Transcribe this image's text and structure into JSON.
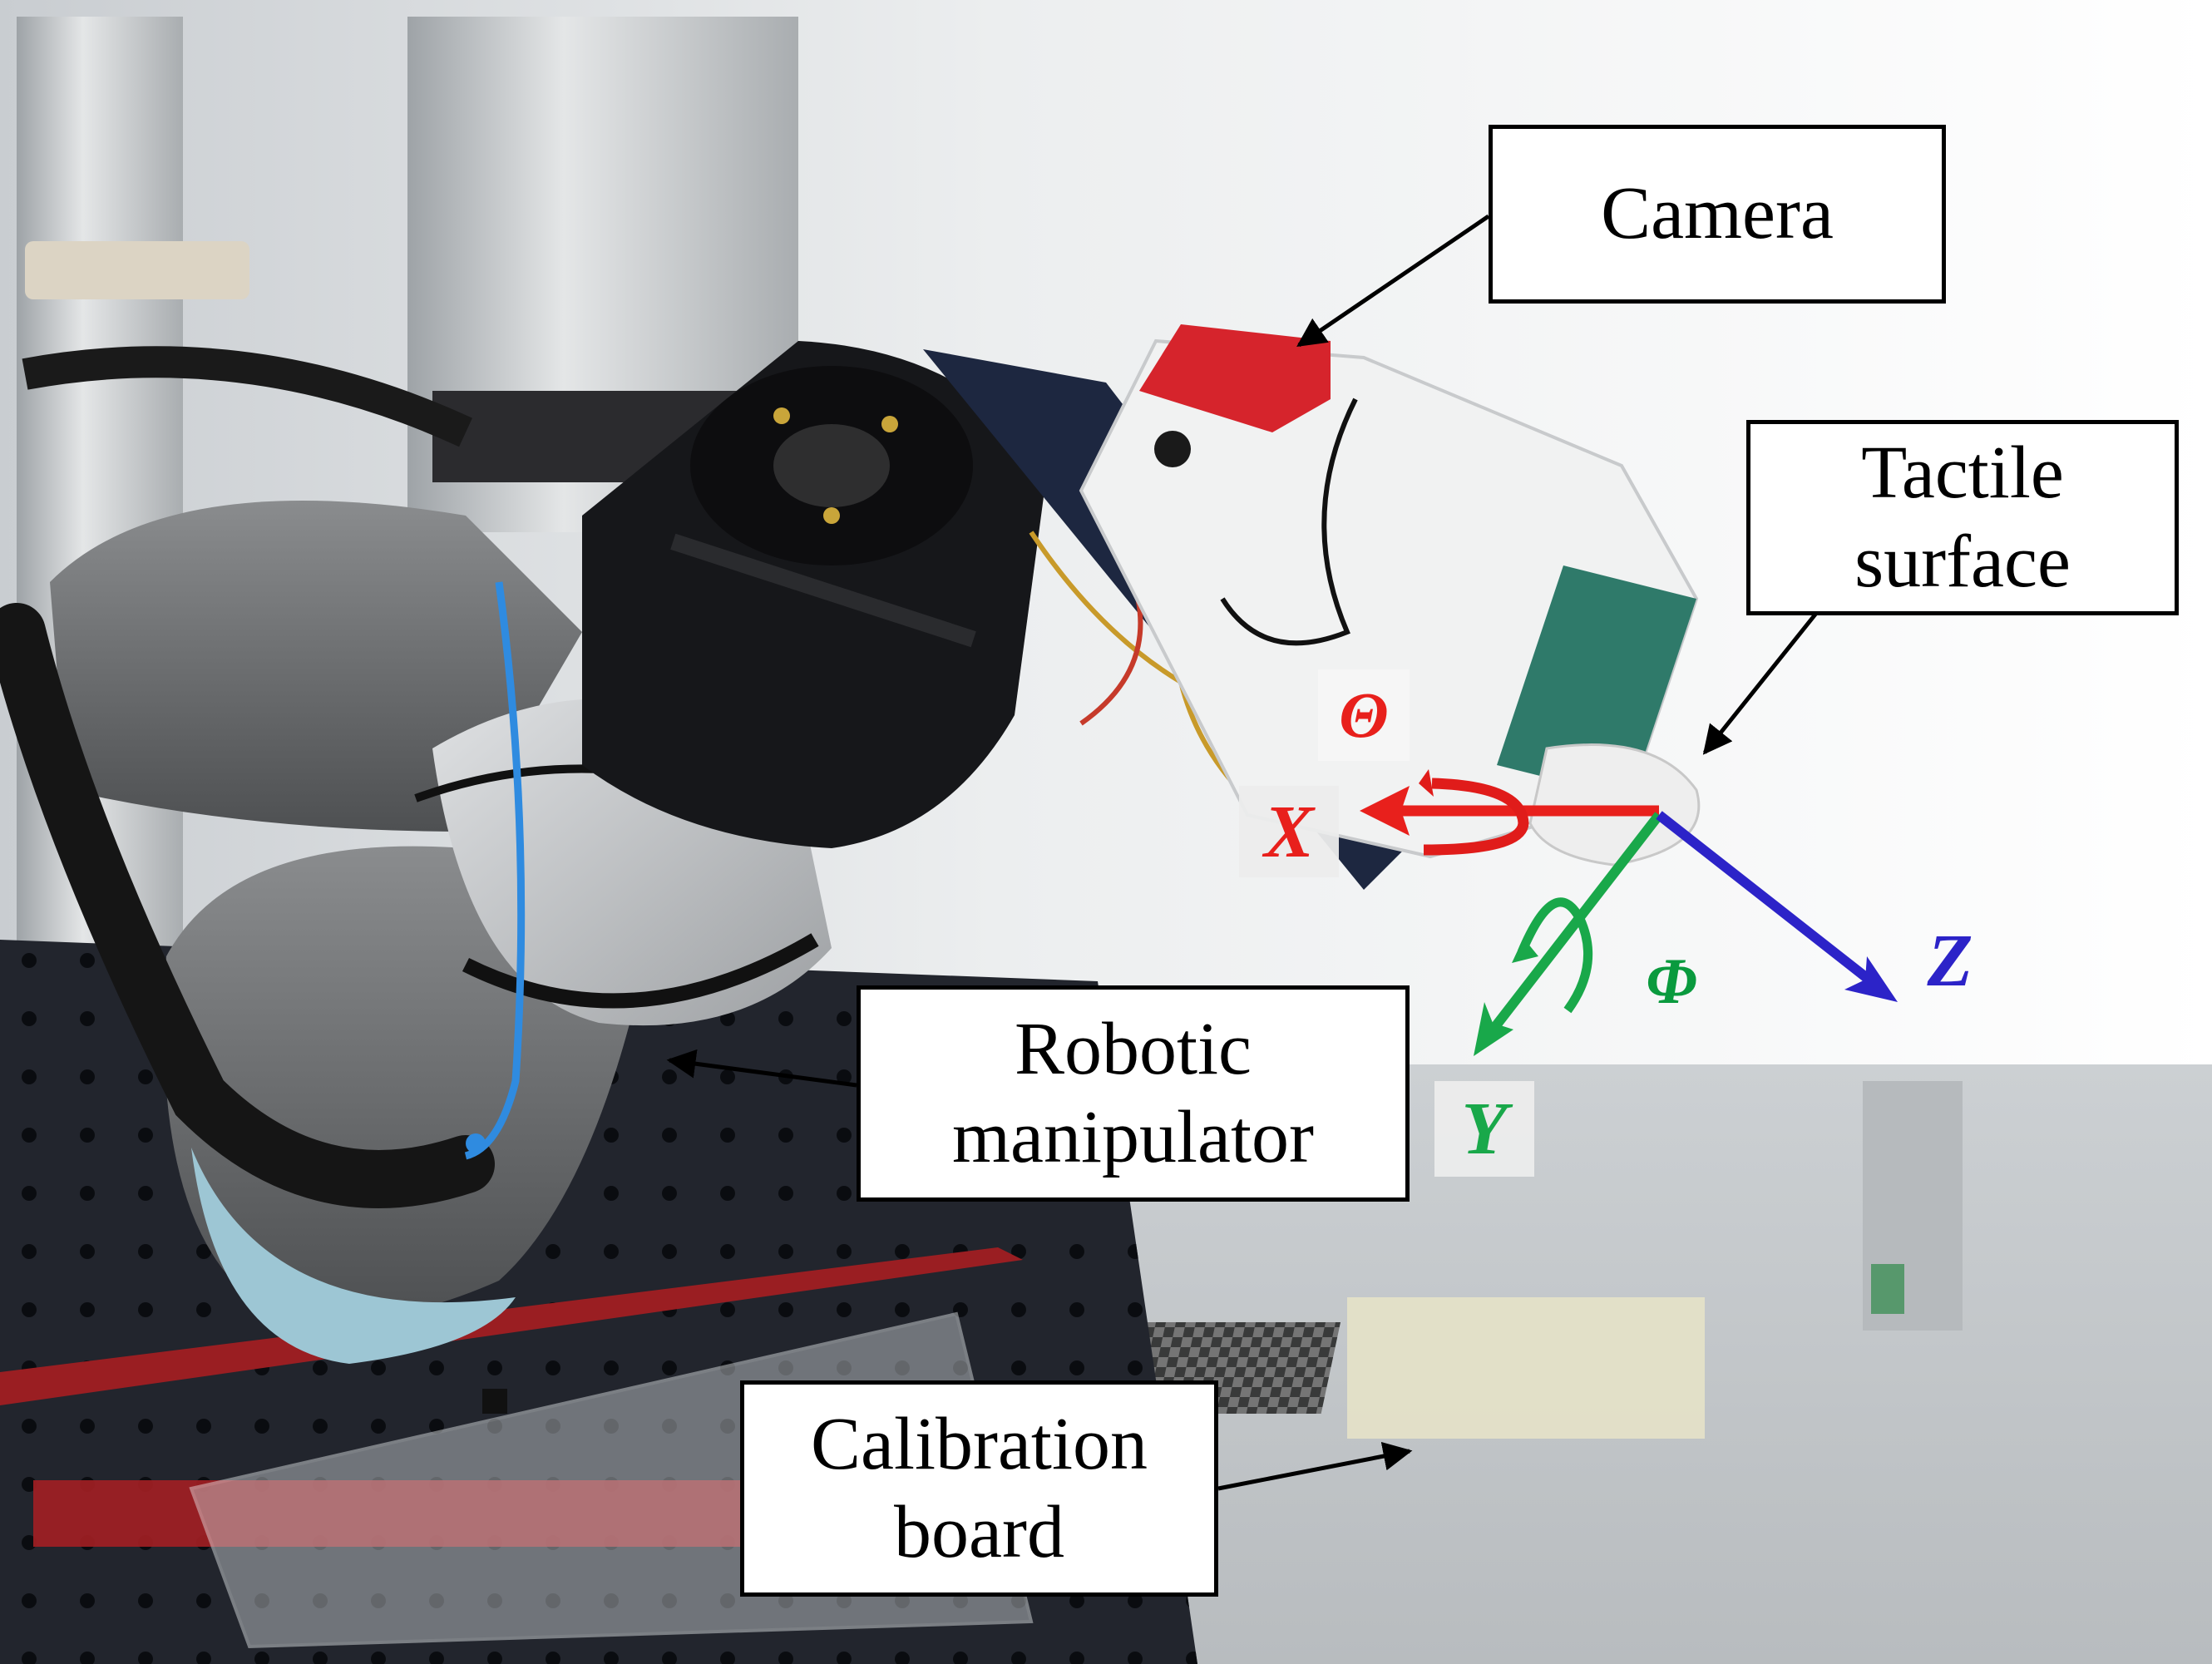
{
  "labels": {
    "camera": "Camera",
    "tactile_line1": "Tactile",
    "tactile_line2": "surface",
    "robot_line1": "Robotic",
    "robot_line2": "manipulator",
    "board_line1": "Calibration",
    "board_line2": "board"
  },
  "axes": {
    "x": "X",
    "y": "Y",
    "z": "Z",
    "theta": "Θ",
    "phi": "Φ"
  },
  "colors": {
    "x_axis": "#e8201c",
    "y_axis": "#19a84a",
    "z_axis": "#2c23c8",
    "phi_label": "#0a9a3e"
  }
}
